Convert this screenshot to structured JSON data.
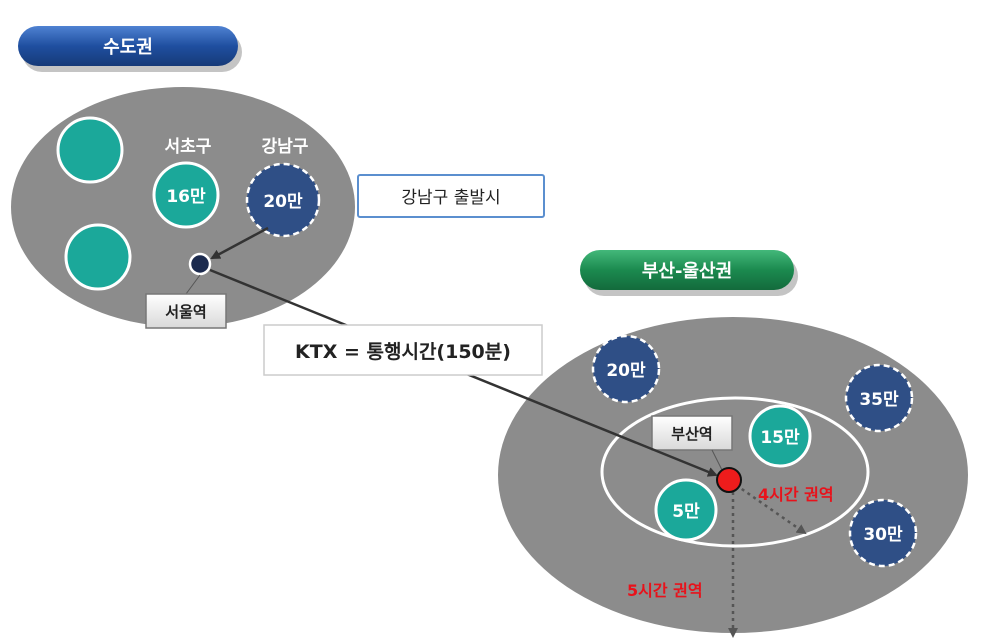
{
  "regions": {
    "capital": {
      "title": "수도권",
      "districts": [
        {
          "name": "서초구",
          "value": "16만"
        },
        {
          "name": "강남구",
          "value": "20만"
        }
      ],
      "station": "서울역",
      "callout": "강남구 출발시"
    },
    "busan_ulsan": {
      "title": "부산-울산권",
      "station": "부산역",
      "inner_cities": [
        "15만",
        "5만"
      ],
      "outer_cities": [
        "20만",
        "35만",
        "30만"
      ],
      "zone_4h": "4시간 권역",
      "zone_5h": "5시간 권역"
    }
  },
  "ktx_label": "KTX = 통행시간(150분)",
  "colors": {
    "ellipse_gray": "#8c8c8c",
    "teal": "#1ba89a",
    "navy": "#2f4f86",
    "blue_pill": "#1f4fa0",
    "green_pill": "#1b8a4f",
    "station_red": "#ee1c1c",
    "zone_text_red": "#e8121b"
  }
}
